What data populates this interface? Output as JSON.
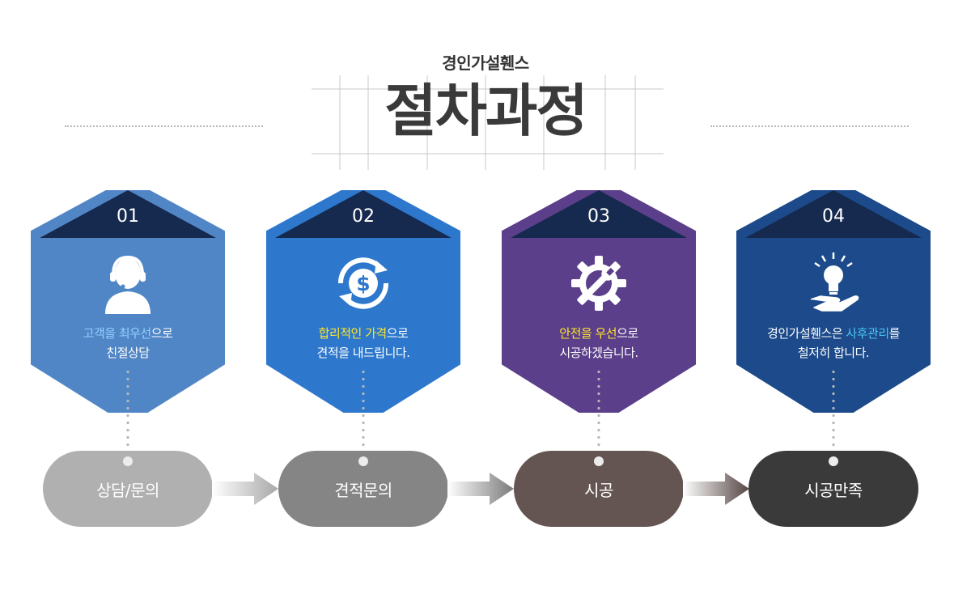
{
  "header": {
    "company": "경인가설휀스",
    "title": "절차과정"
  },
  "steps": [
    {
      "number": "01",
      "icon": "headset-person-icon",
      "line1_highlight": "고객을 최우선",
      "line1_rest": "으로",
      "line2": "친절상담",
      "color": "#5186c6",
      "highlight_color": "#8fd0ff"
    },
    {
      "number": "02",
      "icon": "dollar-cycle-icon",
      "line1_highlight": "합리적인 가격",
      "line1_rest": "으로",
      "line2": "견적을 내드립니다.",
      "color": "#2d78cc",
      "highlight_color": "#ffe629"
    },
    {
      "number": "03",
      "icon": "gear-wrench-icon",
      "line1_highlight": "안전을 우선",
      "line1_rest": "으로",
      "line2": "시공하겠습니다.",
      "color": "#5b3f8a",
      "highlight_color": "#ffe629"
    },
    {
      "number": "04",
      "icon": "lightbulb-hand-icon",
      "line1_prefix": "경인가설휀스은 ",
      "line1_highlight": "사후관리",
      "line1_rest": "를",
      "line2": "철저히 합니다.",
      "color": "#1c4a8a",
      "highlight_color": "#4cc7f4"
    }
  ],
  "process": [
    {
      "label": "상담/문의",
      "color": "#b0b0b0"
    },
    {
      "label": "견적문의",
      "color": "#858585"
    },
    {
      "label": "시공",
      "color": "#655552"
    },
    {
      "label": "시공만족",
      "color": "#3a3a3a"
    }
  ],
  "cap_color": "#16294f"
}
